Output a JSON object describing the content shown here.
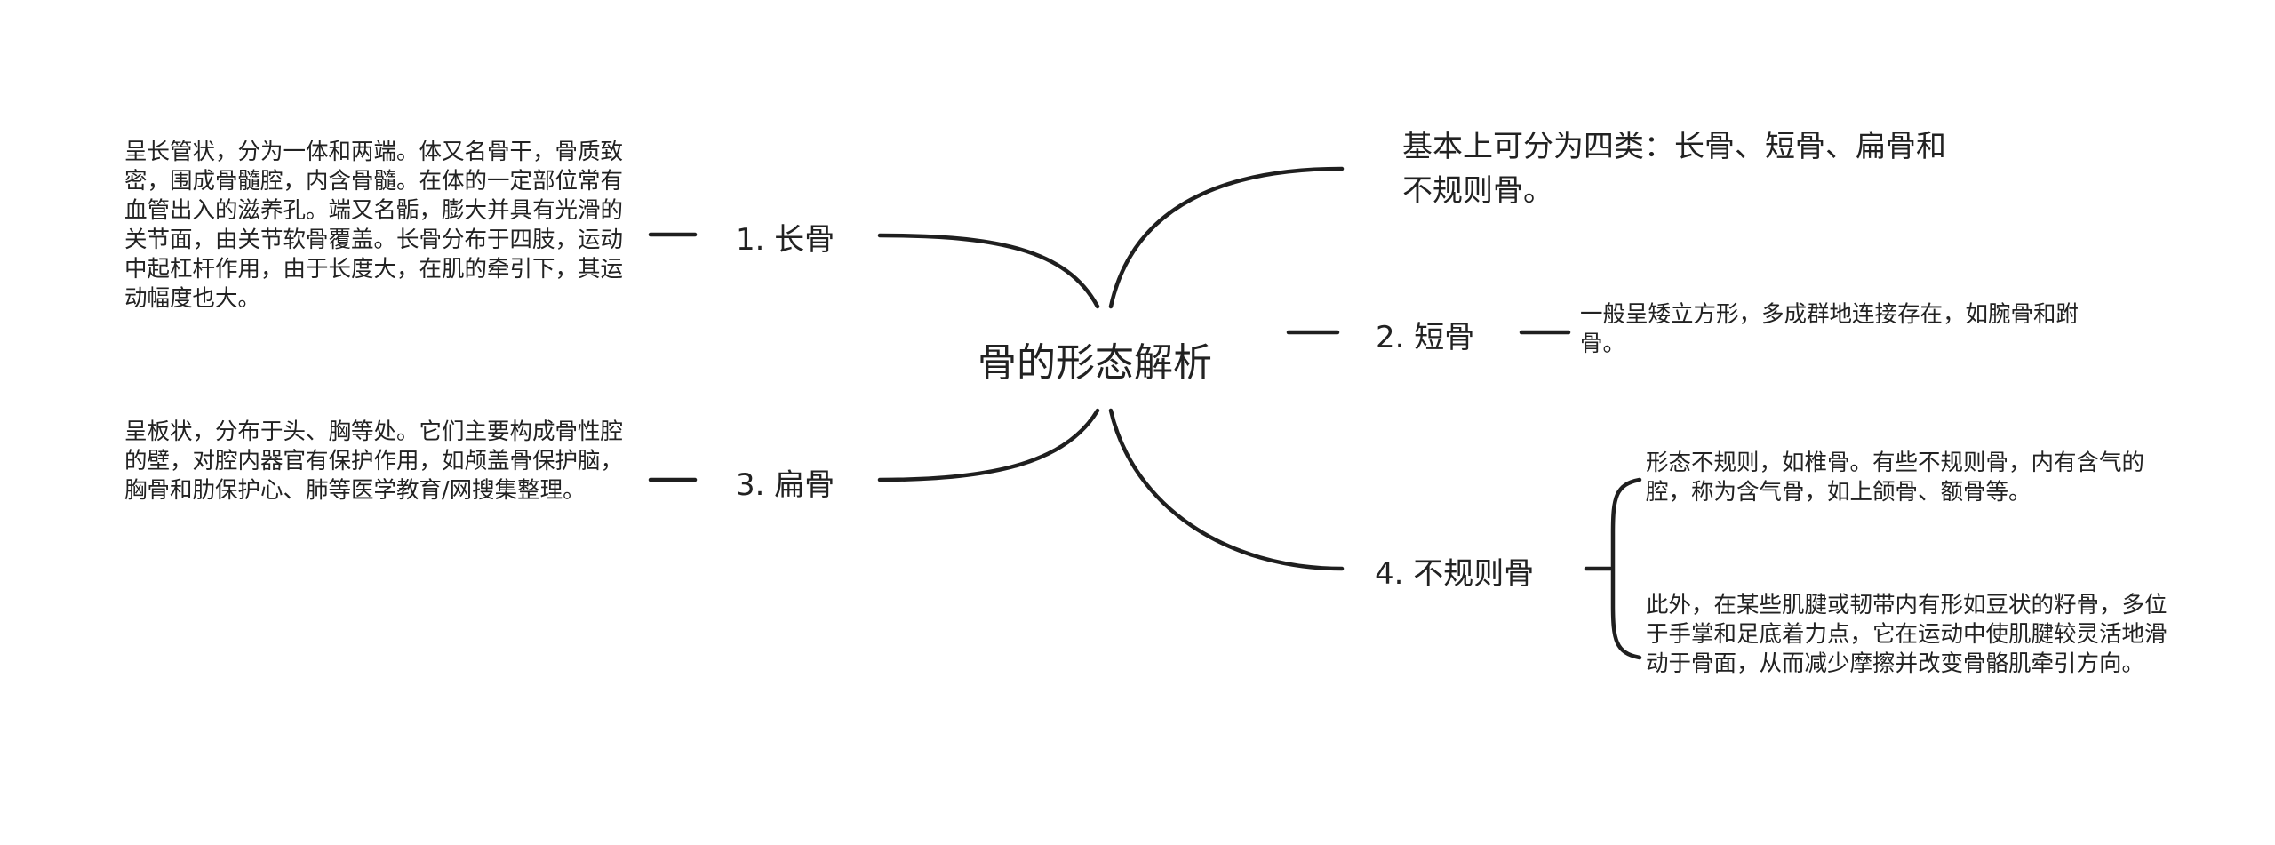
{
  "root": "骨的形态解析",
  "summary": "基本上可分为四类：长骨、短骨、扁骨和不规则骨。",
  "branches": {
    "long": {
      "label": "1. 长骨",
      "detail": "呈长管状，分为一体和两端。体又名骨干，骨质致密，围成骨髓腔，内含骨髓。在体的一定部位常有血管出入的滋养孔。端又名骺，膨大并具有光滑的关节面，由关节软骨覆盖。长骨分布于四肢，运动中起杠杆作用，由于长度大，在肌的牵引下，其运动幅度也大。"
    },
    "flat": {
      "label": "3. 扁骨",
      "detail": "呈板状，分布于头、胸等处。它们主要构成骨性腔的壁，对腔内器官有保护作用，如颅盖骨保护脑，胸骨和肋保护心、肺等医学教育/网搜集整理。"
    },
    "short": {
      "label": "2. 短骨",
      "detail": "一般呈矮立方形，多成群地连接存在，如腕骨和跗骨。"
    },
    "irregular": {
      "label": "4. 不规则骨",
      "detail_1": "形态不规则，如椎骨。有些不规则骨，内有含气的腔，称为含气骨，如上颌骨、额骨等。",
      "detail_2": "此外，在某些肌腱或韧带内有形如豆状的籽骨，多位于手掌和足底着力点，它在运动中使肌腱较灵活地滑动于骨面，从而减少摩擦并改变骨骼肌牵引方向。"
    }
  }
}
